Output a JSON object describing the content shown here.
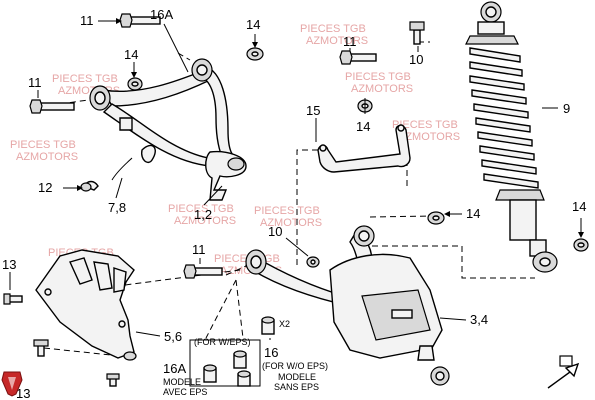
{
  "callouts": {
    "c1": "11",
    "c2": "16A",
    "c3": "14",
    "c4": "11",
    "c5": "14",
    "c6": "11",
    "c7": "10",
    "c8": "9",
    "c9": "15",
    "c10": "14",
    "c11": "12",
    "c12": "7,8",
    "c13": "1,2",
    "c14": "14",
    "c15": "14",
    "c16": "10",
    "c17": "11",
    "c18": "13",
    "c19": "5,6",
    "c20": "3,4",
    "c21": "16",
    "c22": "13"
  },
  "x2_label": "X2",
  "note_eps": {
    "for_with_eps": "(FOR W/EPS)",
    "modele": "MODELE",
    "avec_eps": "AVEC EPS"
  },
  "note_no_eps": {
    "for_without_eps": "(FOR W/O EPS)",
    "modele": "MODELE",
    "sans_eps": "SANS EPS"
  },
  "watermark": {
    "line1": "PIECES TGB",
    "line2": "AZMOTORS"
  },
  "colors": {
    "logo": "#c62828",
    "watermark": "#e6a6a6",
    "ink": "#000000"
  }
}
